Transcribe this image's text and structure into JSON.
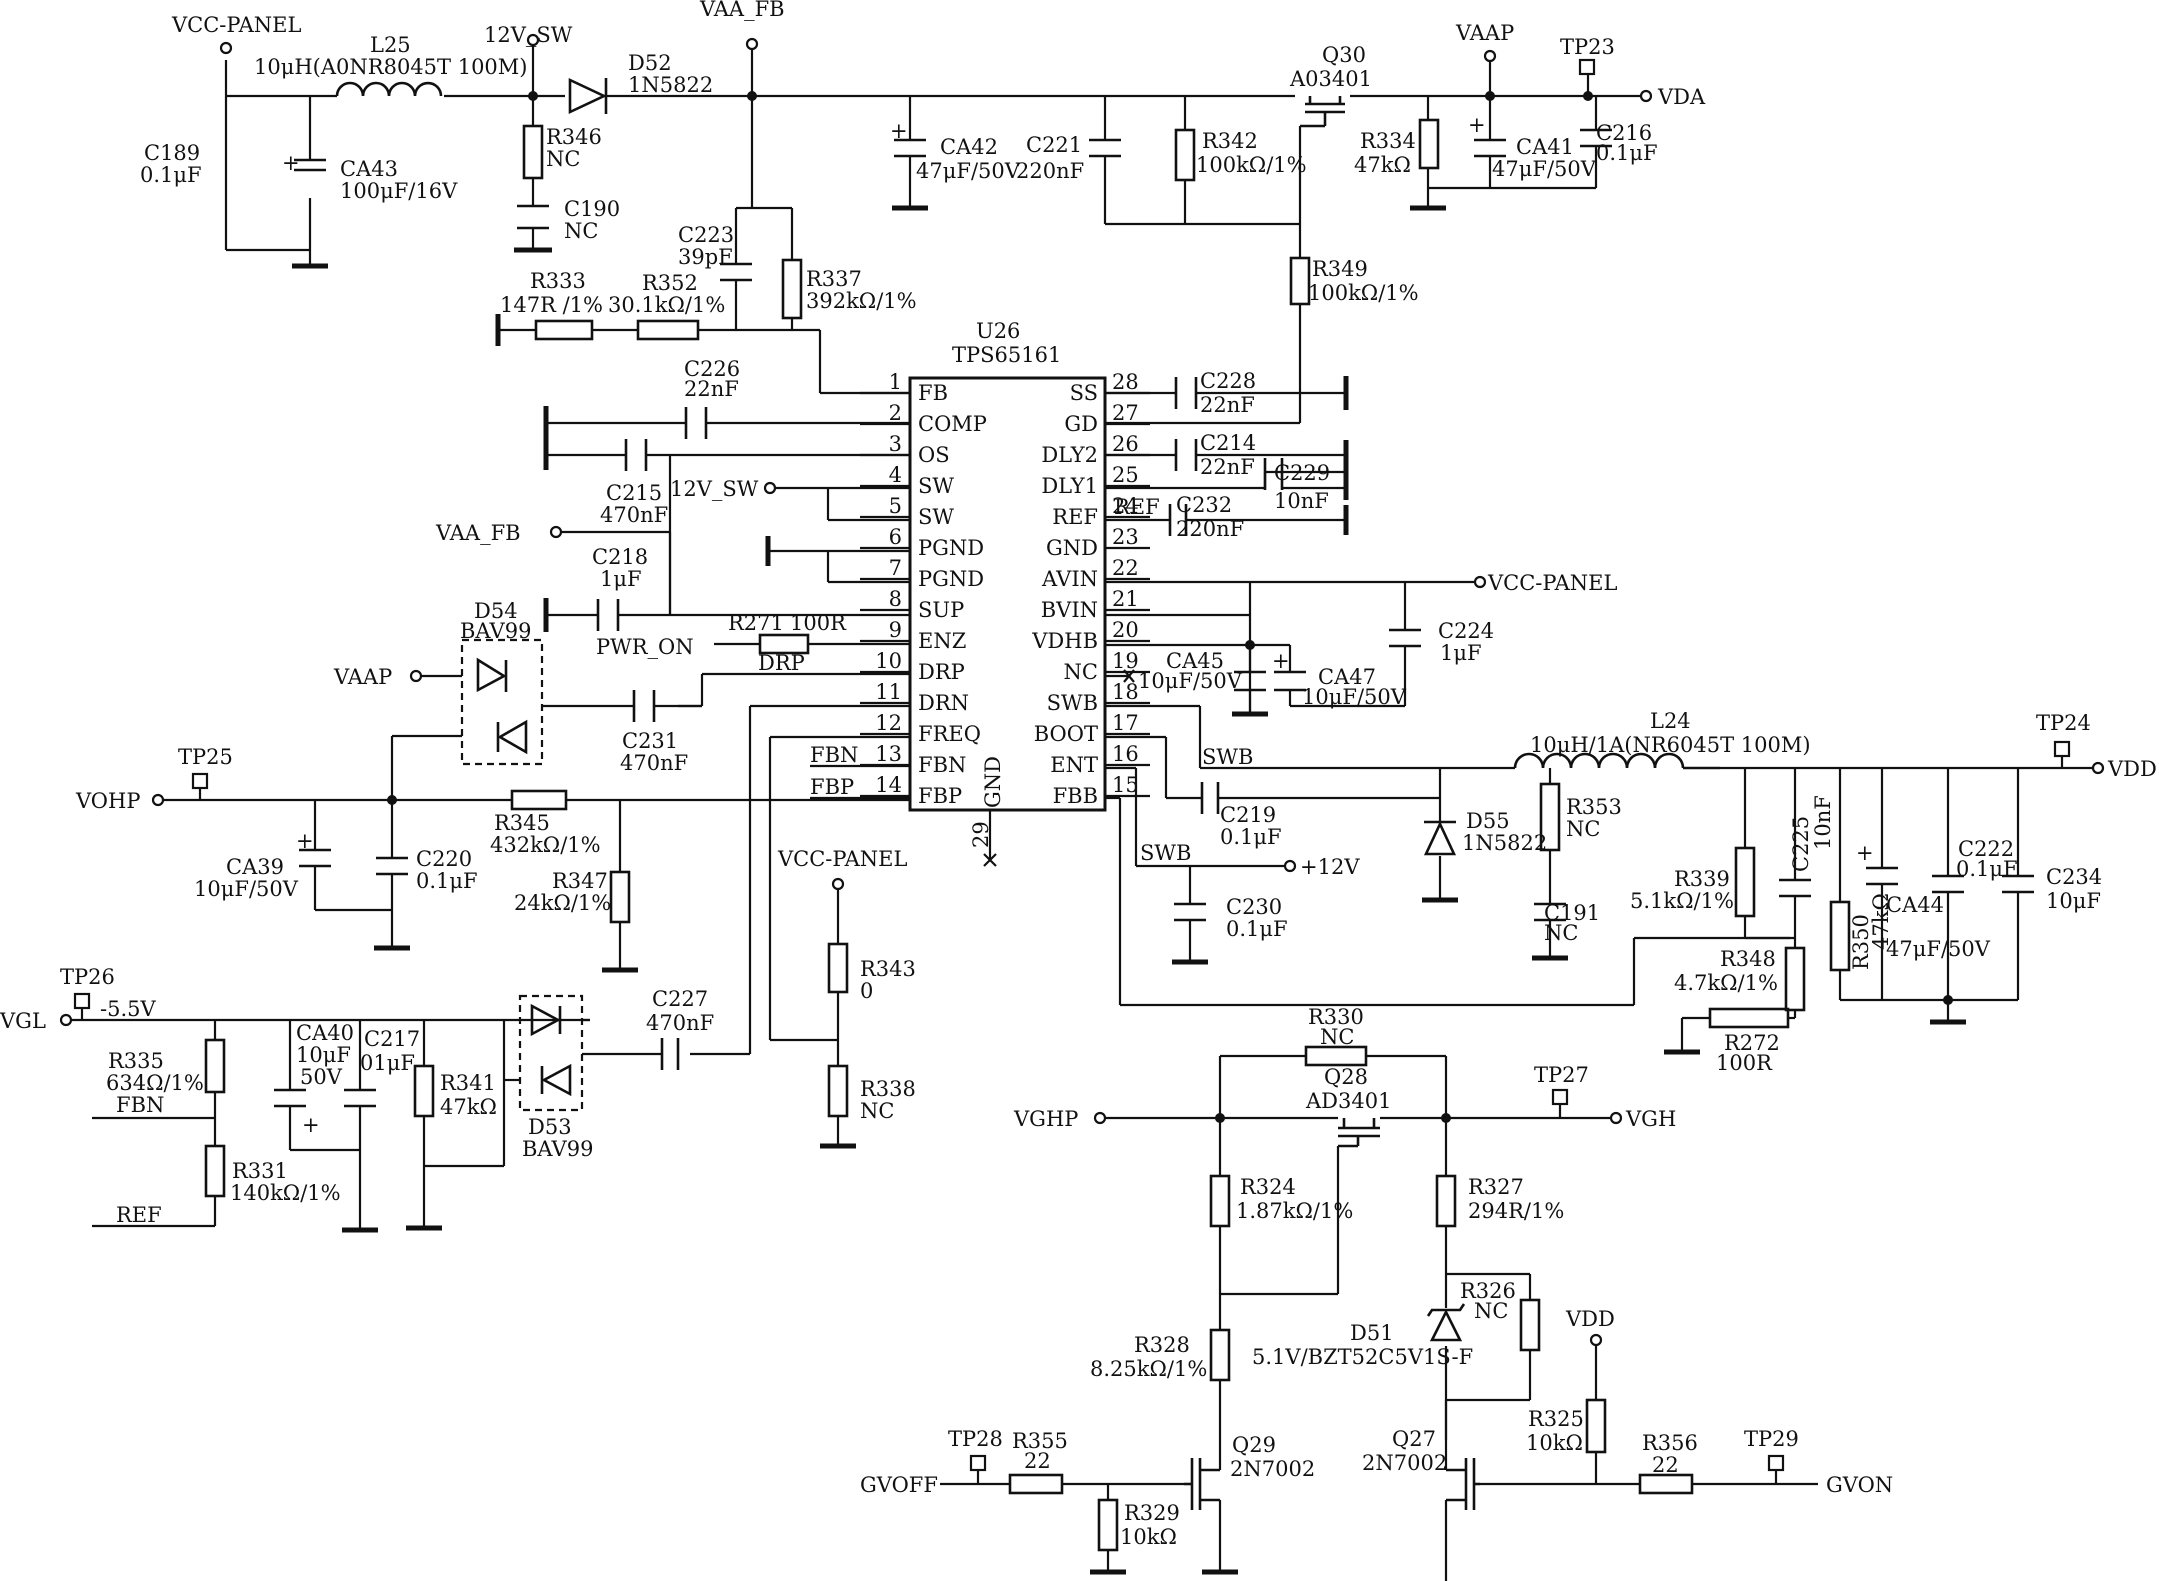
{
  "power_nets": {
    "vcc_panel_top": "VCC-PANEL",
    "sw_12v_top": "12V_SW",
    "vaa_fb_top": "VAA_FB",
    "vaap_top": "VAAP",
    "vda": "VDA",
    "sw_12v_left": "12V_SW",
    "vaa_fb_left": "VAA_FB",
    "pwr_on": "PWR_ON",
    "vaap_left": "VAAP",
    "vohp": "VOHP",
    "vgl": "VGL",
    "vcc_panel_right": "VCC-PANEL",
    "vdd": "VDD",
    "plus12v": "+12V",
    "vcc_panel_mid": "VCC-PANEL",
    "vghp": "VGHP",
    "vgh": "VGH",
    "vdd_low": "VDD",
    "gvoff": "GVOFF",
    "gvon": "GVON",
    "fbn_label_left": "FBN",
    "ref_label_left": "REF",
    "fbn_net": "FBN",
    "fbp_net": "FBP",
    "ref_net": "REF",
    "drp_net": "DRP",
    "swb_net_1": "SWB",
    "swb_net_2": "SWB",
    "vgl_voltage": "-5.5V"
  },
  "testpoints": {
    "tp23": "TP23",
    "tp24": "TP24",
    "tp25": "TP25",
    "tp26": "TP26",
    "tp27": "TP27",
    "tp28": "TP28",
    "tp29": "TP29"
  },
  "ic": {
    "ref": "U26",
    "part": "TPS65161",
    "gnd_label": "GND",
    "gnd_pin_number": "29",
    "left_pins": [
      {
        "num": "1",
        "name": "FB"
      },
      {
        "num": "2",
        "name": "COMP"
      },
      {
        "num": "3",
        "name": "OS"
      },
      {
        "num": "4",
        "name": "SW"
      },
      {
        "num": "5",
        "name": "SW"
      },
      {
        "num": "6",
        "name": "PGND"
      },
      {
        "num": "7",
        "name": "PGND"
      },
      {
        "num": "8",
        "name": "SUP"
      },
      {
        "num": "9",
        "name": "ENZ"
      },
      {
        "num": "10",
        "name": "DRP"
      },
      {
        "num": "11",
        "name": "DRN"
      },
      {
        "num": "12",
        "name": "FREQ"
      },
      {
        "num": "13",
        "name": "FBN"
      },
      {
        "num": "14",
        "name": "FBP"
      }
    ],
    "right_pins": [
      {
        "num": "28",
        "name": "SS"
      },
      {
        "num": "27",
        "name": "GD"
      },
      {
        "num": "26",
        "name": "DLY2"
      },
      {
        "num": "25",
        "name": "DLY1"
      },
      {
        "num": "24",
        "name": "REF"
      },
      {
        "num": "23",
        "name": "GND"
      },
      {
        "num": "22",
        "name": "AVIN"
      },
      {
        "num": "21",
        "name": "BVIN"
      },
      {
        "num": "20",
        "name": "VDHB"
      },
      {
        "num": "19",
        "name": "NC"
      },
      {
        "num": "18",
        "name": "SWB"
      },
      {
        "num": "17",
        "name": "BOOT"
      },
      {
        "num": "16",
        "name": "ENT"
      },
      {
        "num": "15",
        "name": "FBB"
      }
    ]
  },
  "components": {
    "l25": {
      "ref": "L25",
      "value": "10μH(A0NR8045T 100M)"
    },
    "d52": {
      "ref": "D52",
      "value": "1N5822"
    },
    "c189": {
      "ref": "C189",
      "value": "0.1μF"
    },
    "ca43": {
      "ref": "CA43",
      "value": "100μF/16V"
    },
    "r346": {
      "ref": "R346",
      "value": "NC"
    },
    "c190": {
      "ref": "C190",
      "value": "NC"
    },
    "ca42": {
      "ref": "CA42",
      "value": "47μF/50V"
    },
    "c221": {
      "ref": "C221",
      "value": "220nF"
    },
    "r342": {
      "ref": "R342",
      "value": "100kΩ/1%"
    },
    "q30": {
      "ref": "Q30",
      "value": "A03401"
    },
    "r334": {
      "ref": "R334",
      "value": "47kΩ"
    },
    "ca41": {
      "ref": "CA41",
      "value": "47μF/50V"
    },
    "c216": {
      "ref": "C216",
      "value": "0.1μF"
    },
    "r349": {
      "ref": "R349",
      "value": "100kΩ/1%"
    },
    "c223": {
      "ref": "C223",
      "value": "39pF"
    },
    "r337": {
      "ref": "R337",
      "value": "392kΩ/1%"
    },
    "r333": {
      "ref": "R333",
      "value": "147R /1%"
    },
    "r352": {
      "ref": "R352",
      "value": "30.1kΩ/1%"
    },
    "c226": {
      "ref": "C226",
      "value": "22nF"
    },
    "c215": {
      "ref": "C215",
      "value": "470nF"
    },
    "c218": {
      "ref": "C218",
      "value": "1μF"
    },
    "r271": {
      "ref": "R271",
      "value": "100R"
    },
    "d54": {
      "ref": "D54",
      "value": "BAV99"
    },
    "c231": {
      "ref": "C231",
      "value": "470nF"
    },
    "ca39": {
      "ref": "CA39",
      "value": "10μF/50V"
    },
    "c220": {
      "ref": "C220",
      "value": "0.1μF"
    },
    "r345": {
      "ref": "R345",
      "value": "432kΩ/1%"
    },
    "r347": {
      "ref": "R347",
      "value": "24kΩ/1%"
    },
    "r335": {
      "ref": "R335",
      "value": "634Ω/1%"
    },
    "r331": {
      "ref": "R331",
      "value": "140kΩ/1%"
    },
    "ca40": {
      "ref": "CA40",
      "value1": "10μF",
      "value2": "50V"
    },
    "c217": {
      "ref": "C217",
      "value": "01μF"
    },
    "r341": {
      "ref": "R341",
      "value": "47kΩ"
    },
    "d53": {
      "ref": "D53",
      "value": "BAV99"
    },
    "c227": {
      "ref": "C227",
      "value": "470nF"
    },
    "r343": {
      "ref": "R343",
      "value": "0"
    },
    "r338": {
      "ref": "R338",
      "value": "NC"
    },
    "c228": {
      "ref": "C228",
      "value": "22nF"
    },
    "c214": {
      "ref": "C214",
      "value": "22nF"
    },
    "c229": {
      "ref": "C229",
      "value": "10nF"
    },
    "c232": {
      "ref": "C232",
      "value": "220nF"
    },
    "c224": {
      "ref": "C224",
      "value": "1μF"
    },
    "ca45": {
      "ref": "CA45",
      "value": "10μF/50V"
    },
    "ca47": {
      "ref": "CA47",
      "value": "10μF/50V"
    },
    "l24": {
      "ref": "L24",
      "value": "10μH/1A(NR6045T 100M)"
    },
    "c219": {
      "ref": "C219",
      "value": "0.1μF"
    },
    "c230": {
      "ref": "C230",
      "value": "0.1μF"
    },
    "d55": {
      "ref": "D55",
      "value": "1N5822"
    },
    "r353": {
      "ref": "R353",
      "value": "NC"
    },
    "c191": {
      "ref": "C191",
      "value": "NC"
    },
    "r339": {
      "ref": "R339",
      "value": "5.1kΩ/1%"
    },
    "c225": {
      "ref": "C225",
      "value": "10nF"
    },
    "r348": {
      "ref": "R348",
      "value": "4.7kΩ/1%"
    },
    "r272": {
      "ref": "R272",
      "value": "100R"
    },
    "r350": {
      "ref": "R350",
      "value": "47kΩ"
    },
    "ca44": {
      "ref": "CA44",
      "value": "47μF/50V"
    },
    "c222": {
      "ref": "C222",
      "value": "0.1μF"
    },
    "c234": {
      "ref": "C234",
      "value": "10μF"
    },
    "r330": {
      "ref": "R330",
      "value": "NC"
    },
    "q28": {
      "ref": "Q28",
      "value": "AD3401"
    },
    "r324": {
      "ref": "R324",
      "value": "1.87kΩ/1%"
    },
    "r327": {
      "ref": "R327",
      "value": "294R/1%"
    },
    "r326": {
      "ref": "R326",
      "value": "NC"
    },
    "d51": {
      "ref": "D51",
      "value": "5.1V/BZT52C5V1S-F"
    },
    "r328": {
      "ref": "R328",
      "value": "8.25kΩ/1%"
    },
    "r325": {
      "ref": "R325",
      "value": "10kΩ"
    },
    "q29": {
      "ref": "Q29",
      "value": "2N7002"
    },
    "q27": {
      "ref": "Q27",
      "value": "2N7002"
    },
    "r355": {
      "ref": "R355",
      "value": "22"
    },
    "r356": {
      "ref": "R356",
      "value": "22"
    },
    "r329": {
      "ref": "R329",
      "value": "10kΩ"
    }
  }
}
